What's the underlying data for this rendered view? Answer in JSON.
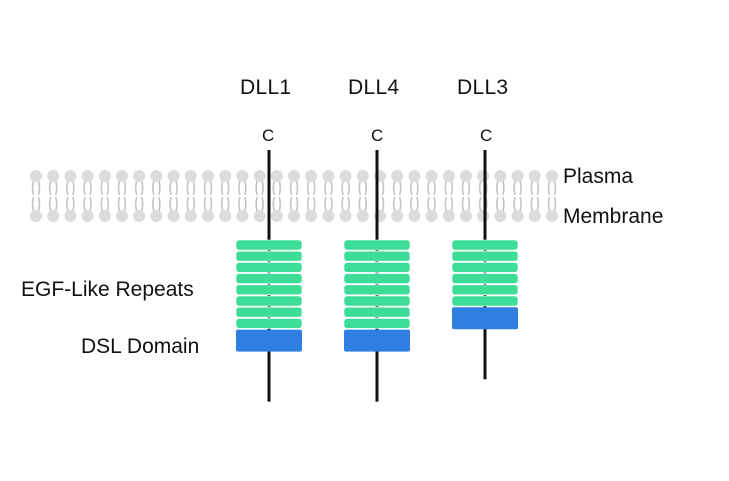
{
  "proteins": [
    {
      "name": "DLL1",
      "terminal": "C",
      "egf_repeats": 8,
      "dsl_domain": true
    },
    {
      "name": "DLL4",
      "terminal": "C",
      "egf_repeats": 8,
      "dsl_domain": true
    },
    {
      "name": "DLL3",
      "terminal": "C",
      "egf_repeats": 6,
      "dsl_domain": true
    }
  ],
  "membrane": {
    "label_line1": "Plasma",
    "label_line2": "Membrane"
  },
  "legend": {
    "egf_label": "EGF-Like Repeats",
    "dsl_label": "DSL Domain"
  },
  "colors": {
    "egf": "#3ddc97",
    "egf_edge": "#ffffff",
    "dsl": "#2f7fe0",
    "lipid_head": "#dcdcdc",
    "lipid_tail": "#c4c4c4",
    "stalk": "#111111"
  }
}
